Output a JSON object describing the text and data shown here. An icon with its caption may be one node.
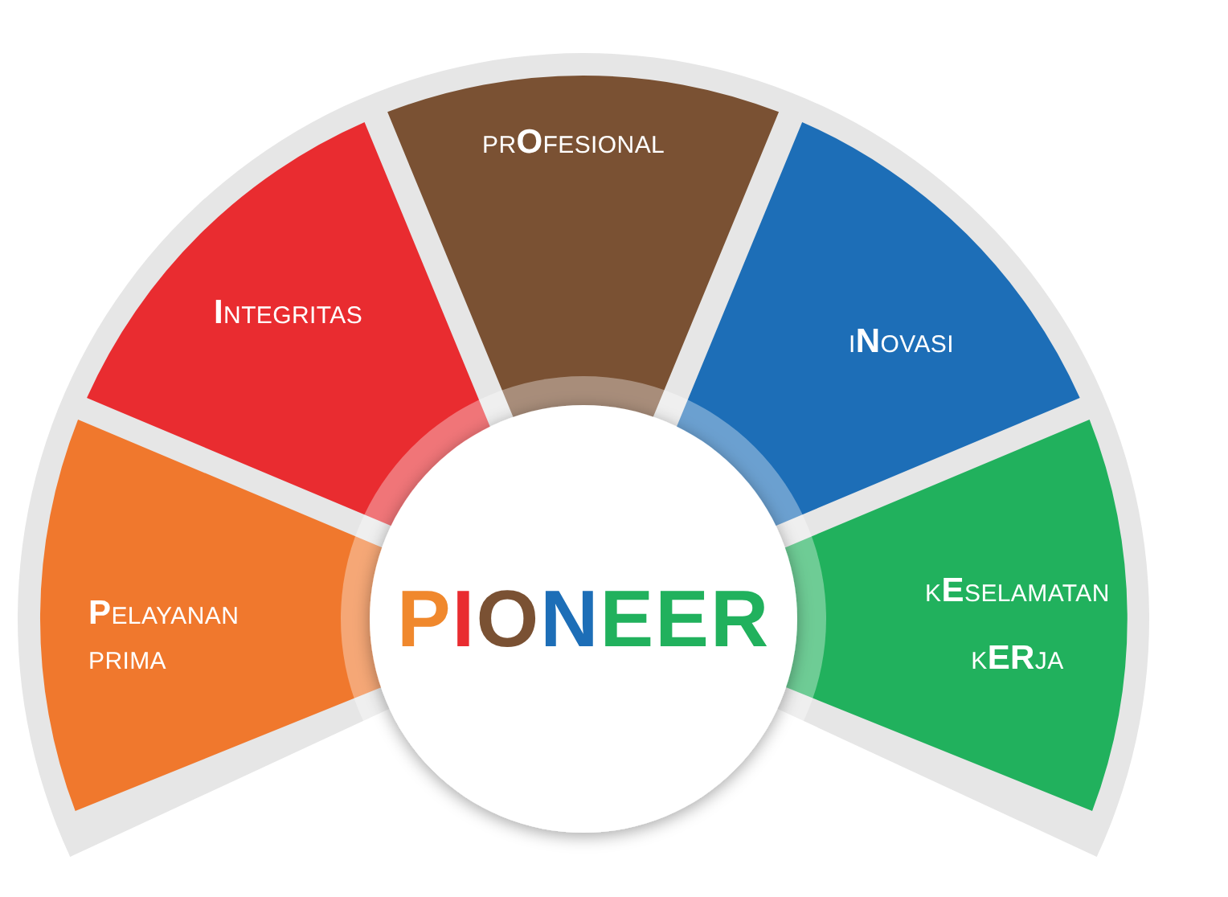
{
  "diagram": {
    "nodes": [
      {
        "text": [
          "**P**elayanan prima"
        ]
      },
      {
        "text": [
          "**I**ntegritas"
        ]
      },
      {
        "text": [
          "pr**O**fesional"
        ]
      },
      {
        "text": [
          "i**N**ovasi"
        ]
      },
      {
        "text": [
          "k**E**selamatan k**ER**ja"
        ]
      },
      {
        "text": [
          "PIONEER"
        ]
      }
    ]
  }
}
